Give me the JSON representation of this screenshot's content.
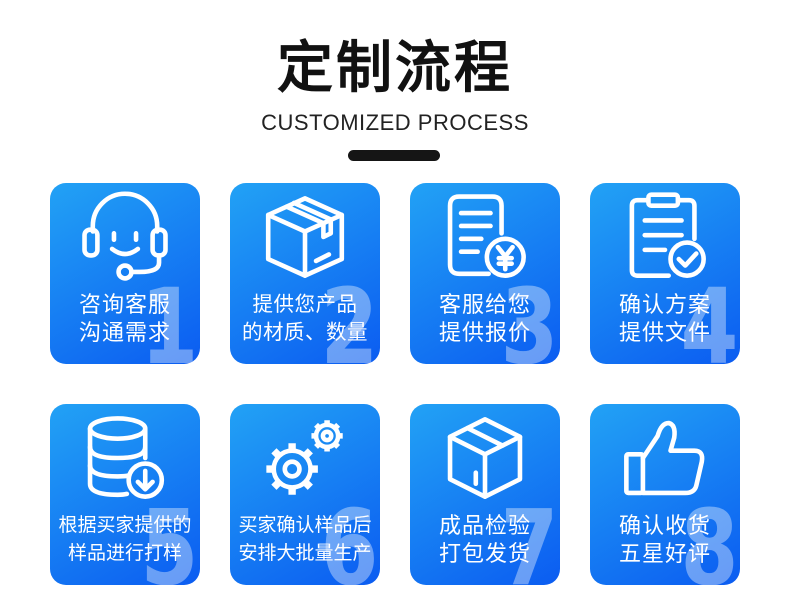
{
  "header": {
    "title": "定制流程",
    "subtitle": "CUSTOMIZED PROCESS"
  },
  "colors": {
    "card_gradient_start": "#22a2f5",
    "card_gradient_end": "#0b5cf1",
    "title_text": "#111111",
    "divider_bar": "#151515",
    "card_text": "#ffffff"
  },
  "steps": [
    {
      "number": "1",
      "line1": "咨询客服",
      "line2": "沟通需求",
      "icon": "headset-icon"
    },
    {
      "number": "2",
      "line1": "提供您产品",
      "line2": "的材质、数量",
      "icon": "package-box-icon"
    },
    {
      "number": "3",
      "line1": "客服给您",
      "line2": "提供报价",
      "icon": "yen-document-icon"
    },
    {
      "number": "4",
      "line1": "确认方案",
      "line2": "提供文件",
      "icon": "clipboard-check-icon"
    },
    {
      "number": "5",
      "line1": "根据买家提供的",
      "line2": "样品进行打样",
      "icon": "database-download-icon"
    },
    {
      "number": "6",
      "line1": "买家确认样品后",
      "line2": "安排大批量生产",
      "icon": "gears-icon"
    },
    {
      "number": "7",
      "line1": "成品检验",
      "line2": "打包发货",
      "icon": "cube-box-icon"
    },
    {
      "number": "8",
      "line1": "确认收货",
      "line2": "五星好评",
      "icon": "thumbs-up-icon"
    }
  ]
}
